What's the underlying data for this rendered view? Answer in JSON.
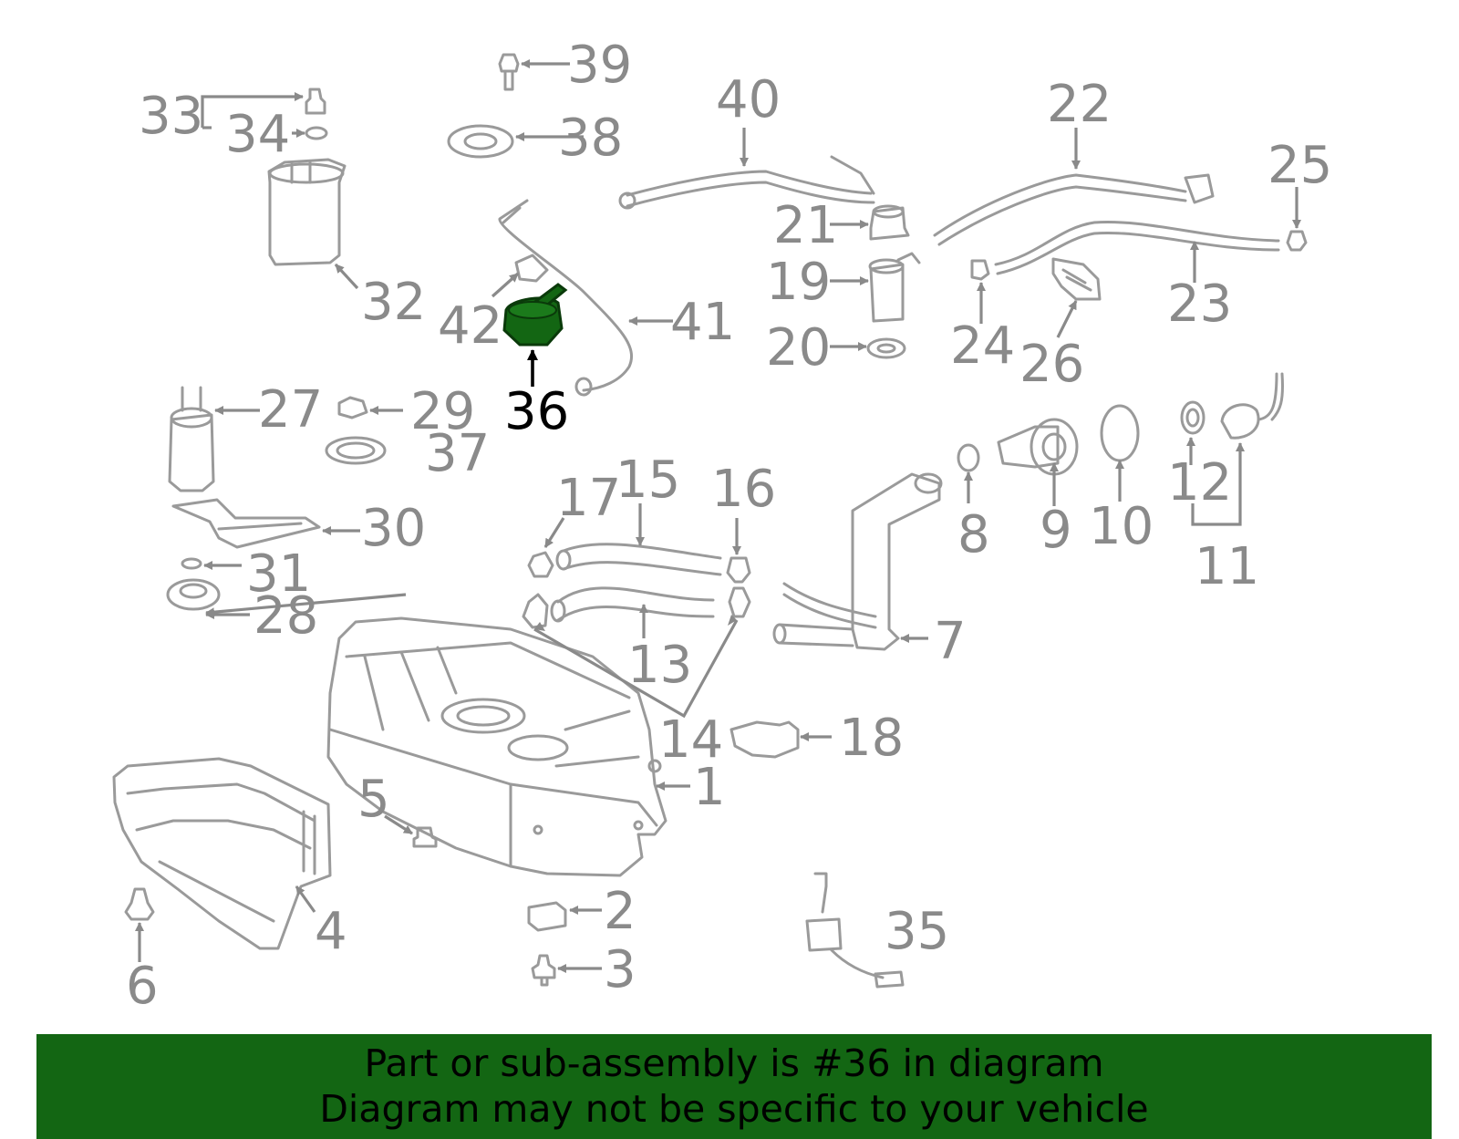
{
  "callouts": [
    {
      "id": "1",
      "label": "1"
    },
    {
      "id": "2",
      "label": "2"
    },
    {
      "id": "3",
      "label": "3"
    },
    {
      "id": "4",
      "label": "4"
    },
    {
      "id": "5",
      "label": "5"
    },
    {
      "id": "6",
      "label": "6"
    },
    {
      "id": "7",
      "label": "7"
    },
    {
      "id": "8",
      "label": "8"
    },
    {
      "id": "9",
      "label": "9"
    },
    {
      "id": "10",
      "label": "10"
    },
    {
      "id": "11",
      "label": "11"
    },
    {
      "id": "12",
      "label": "12"
    },
    {
      "id": "13",
      "label": "13"
    },
    {
      "id": "14",
      "label": "14"
    },
    {
      "id": "15",
      "label": "15"
    },
    {
      "id": "16",
      "label": "16"
    },
    {
      "id": "17",
      "label": "17"
    },
    {
      "id": "18",
      "label": "18"
    },
    {
      "id": "19",
      "label": "19"
    },
    {
      "id": "20",
      "label": "20"
    },
    {
      "id": "21",
      "label": "21"
    },
    {
      "id": "22",
      "label": "22"
    },
    {
      "id": "23",
      "label": "23"
    },
    {
      "id": "24",
      "label": "24"
    },
    {
      "id": "25",
      "label": "25"
    },
    {
      "id": "26",
      "label": "26"
    },
    {
      "id": "27",
      "label": "27"
    },
    {
      "id": "28",
      "label": "28"
    },
    {
      "id": "29",
      "label": "29"
    },
    {
      "id": "30",
      "label": "30"
    },
    {
      "id": "31",
      "label": "31"
    },
    {
      "id": "32",
      "label": "32"
    },
    {
      "id": "33",
      "label": "33"
    },
    {
      "id": "34",
      "label": "34"
    },
    {
      "id": "35",
      "label": "35"
    },
    {
      "id": "36",
      "label": "36"
    },
    {
      "id": "37",
      "label": "37"
    },
    {
      "id": "38",
      "label": "38"
    },
    {
      "id": "39",
      "label": "39"
    },
    {
      "id": "40",
      "label": "40"
    },
    {
      "id": "41",
      "label": "41"
    },
    {
      "id": "42",
      "label": "42"
    }
  ],
  "highlight": {
    "part": "36",
    "color": "#136613"
  },
  "colors": {
    "part_line": "#9a9a9a",
    "label": "#8a8a8a",
    "highlight_label": "#000000",
    "banner_bg": "#136613"
  },
  "banner": {
    "line1": "Part or sub-assembly is #36 in diagram",
    "line2": "Diagram may not be specific to your vehicle"
  }
}
